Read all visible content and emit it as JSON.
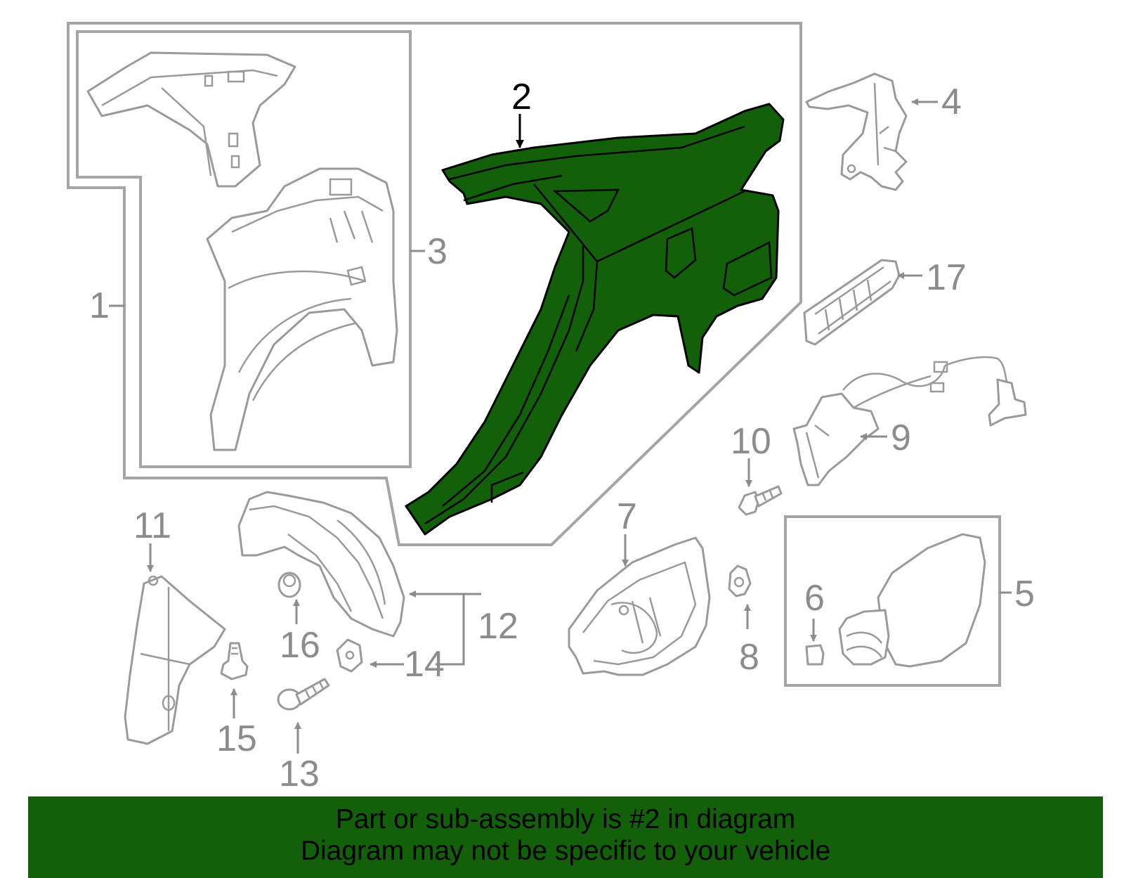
{
  "diagram": {
    "highlighted_part": "2",
    "colors": {
      "highlight_fill": "#12600a",
      "outline_gray": "#9a9a9a",
      "frame_gray": "#a5a5a5",
      "banner_bg": "#12600a"
    },
    "callouts": {
      "c1": "1",
      "c2": "2",
      "c3": "3",
      "c4": "4",
      "c5": "5",
      "c6": "6",
      "c7": "7",
      "c8": "8",
      "c9": "9",
      "c10": "10",
      "c11": "11",
      "c12": "12",
      "c13": "13",
      "c14": "14",
      "c15": "15",
      "c16": "16",
      "c17": "17"
    }
  },
  "banner": {
    "line1": "Part or sub-assembly is #2 in diagram",
    "line2": "Diagram may not be specific to your vehicle"
  }
}
